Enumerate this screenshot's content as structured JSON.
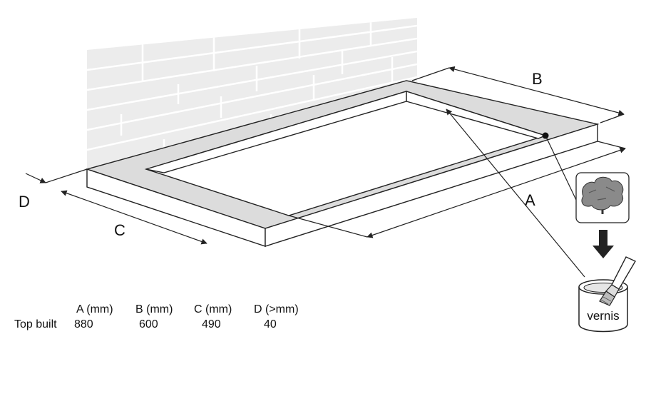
{
  "labels": {
    "a": "A",
    "b": "B",
    "c": "C",
    "d": "D"
  },
  "can_label": "vernis",
  "table": {
    "headers": [
      "A (mm)",
      "B (mm)",
      "C (mm)",
      "D (>mm)"
    ],
    "row_label": "Top built",
    "values": [
      "880",
      "600",
      "490",
      "40"
    ]
  },
  "colors": {
    "line": "#222222",
    "frame_fill": "#dcdcdc",
    "wall_fill": "#ececec",
    "tree_fill": "#8a8a8a"
  },
  "icons": [
    "tree-icon",
    "down-arrow-icon",
    "varnish-can-icon",
    "brush-icon",
    "brick-wall-icon"
  ]
}
